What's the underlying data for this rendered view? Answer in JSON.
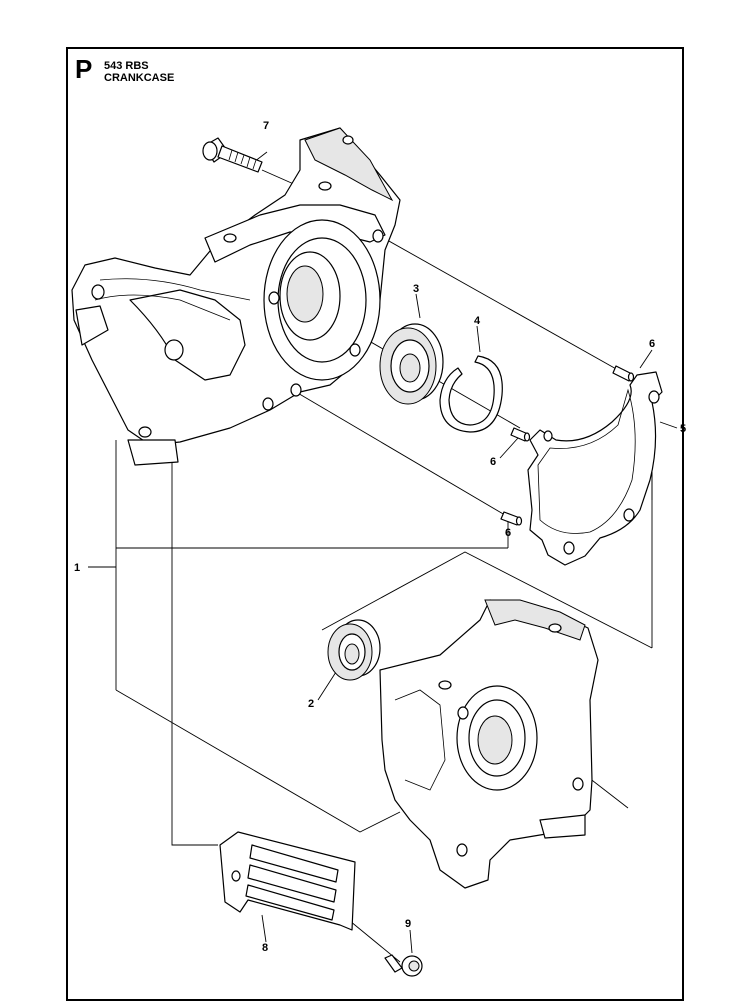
{
  "header": {
    "page_letter": "P",
    "model": "543 RBS",
    "title": "CRANKCASE"
  },
  "callouts": {
    "c1": "1",
    "c2": "2",
    "c3": "3",
    "c4": "4",
    "c5": "5",
    "c6a": "6",
    "c6b": "6",
    "c6c": "6",
    "c7": "7",
    "c8": "8",
    "c9": "9"
  },
  "colors": {
    "line": "#000000",
    "background": "#ffffff",
    "shade": "#e6e6e6"
  }
}
